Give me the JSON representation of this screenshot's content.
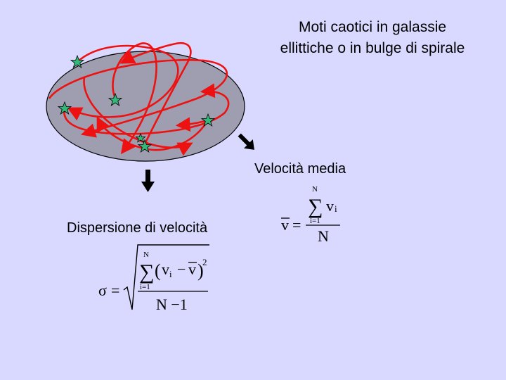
{
  "title": {
    "line1": "Moti caotici in galassie",
    "line2": "ellittiche o in bulge di spirale"
  },
  "labels": {
    "mean_velocity": "Velocità media",
    "velocity_dispersion": "Dispersione di velocità"
  },
  "formula_mean": {
    "lhs": "v",
    "equals": "=",
    "sum_upper": "N",
    "sum_lower": "i=1",
    "summand": "v",
    "summand_sub": "i",
    "denominator": "N"
  },
  "formula_dispersion": {
    "lhs": "σ",
    "equals": "=",
    "sum_upper": "N",
    "sum_lower": "i=1",
    "term_v": "v",
    "term_sub": "i",
    "minus": "−",
    "term_vbar": "v",
    "exponent": "2",
    "denominator": "N −1"
  },
  "colors": {
    "background": "#d9d9ff",
    "galaxy_fill": "#9e9eb0",
    "orbit": "#ee1111",
    "star": "#33b87a",
    "arrow": "#000000"
  },
  "stars_count": 6
}
